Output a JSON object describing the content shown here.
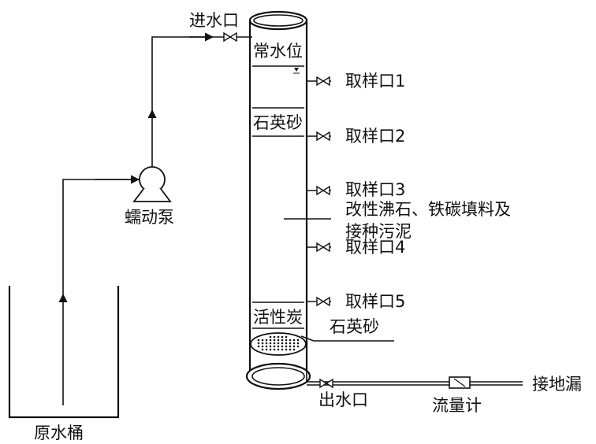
{
  "labels": {
    "inlet": "进水口",
    "normal_water_level": "常水位",
    "quartz_sand_top": "石英砂",
    "quartz_sand_bottom": "石英砂",
    "activated_carbon": "活性炭",
    "outlet": "出水口",
    "flowmeter": "流量计",
    "floor_drain": "接地漏",
    "pump": "蠕动泵",
    "raw_water_tank": "原水桶",
    "filler_line1": "改性沸石、铁碳填料及",
    "filler_line2": "接种污泥",
    "sampling_ports": [
      "取样口1",
      "取样口2",
      "取样口3",
      "取样口4",
      "取样口5"
    ]
  },
  "icons": {
    "valve": "valve-icon",
    "pump": "pump-icon",
    "flowmeter": "flowmeter-icon",
    "water_level_marker": "water-level-icon"
  },
  "colors": {
    "line": "#111111",
    "background": "#ffffff"
  }
}
